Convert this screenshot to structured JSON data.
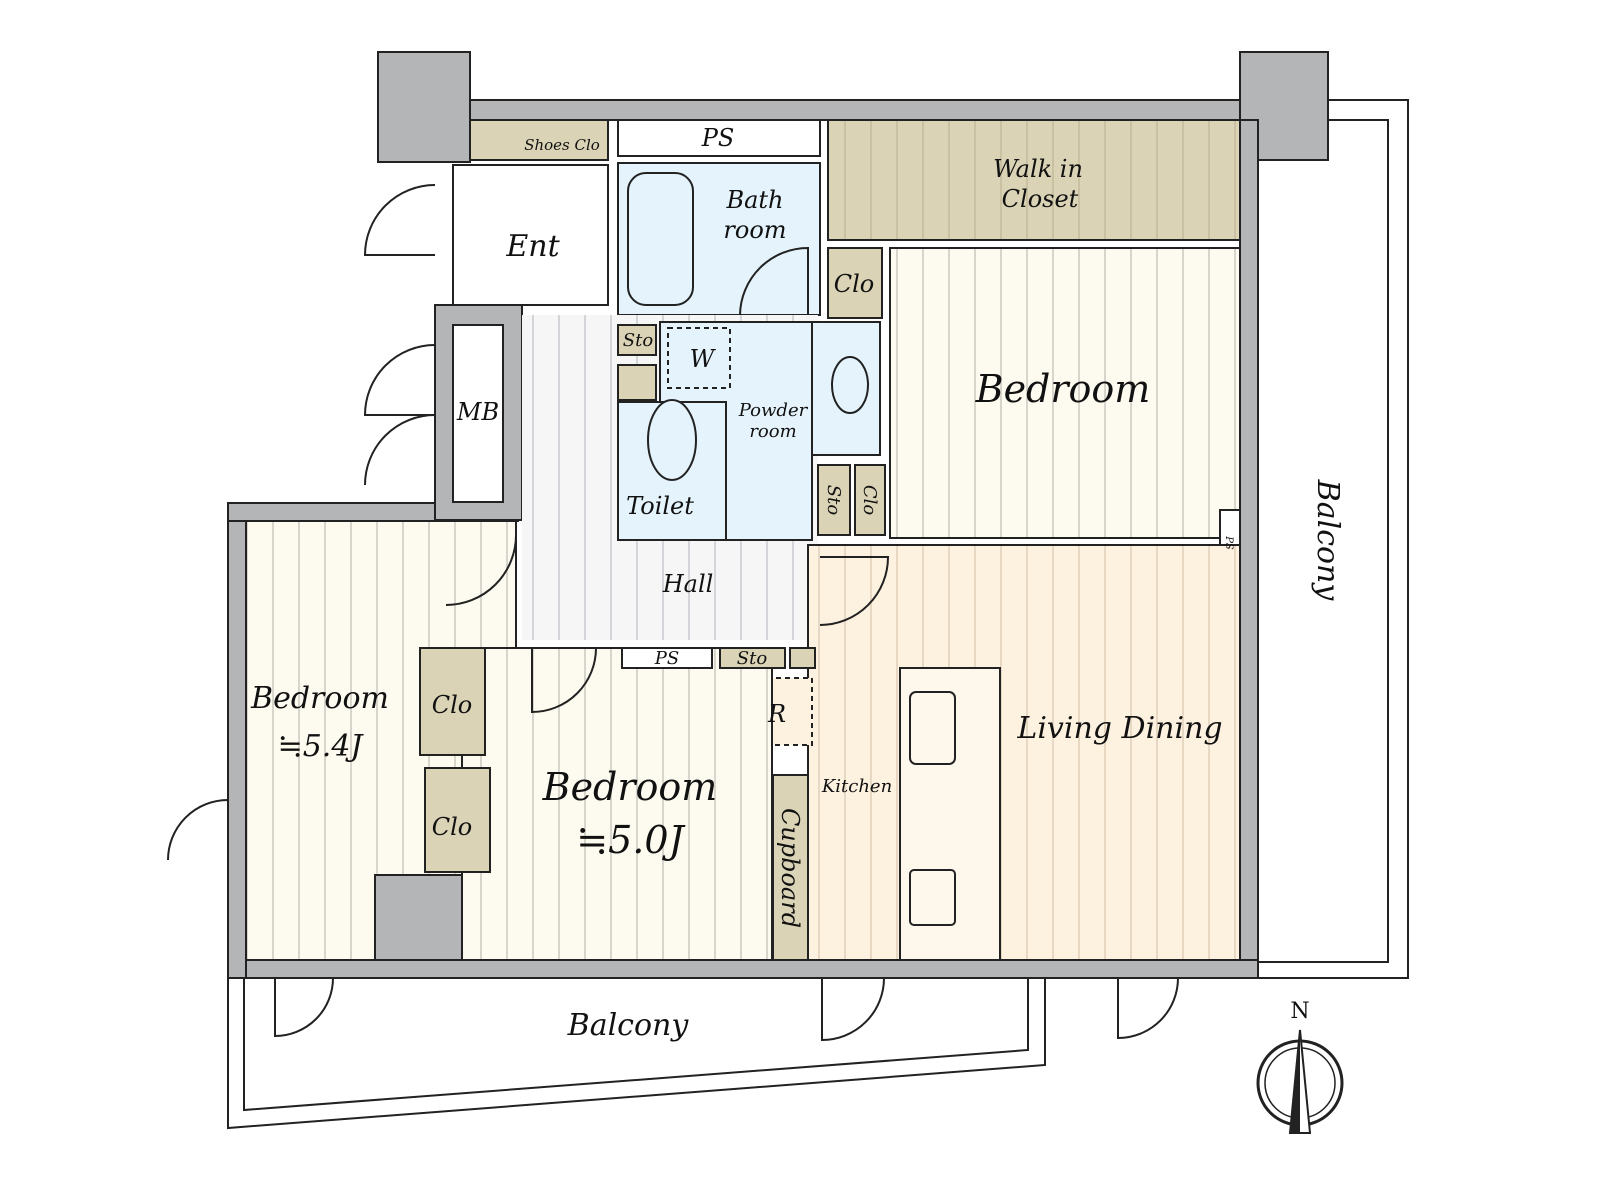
{
  "plan": {
    "rooms": {
      "shoes_clo": "Shoes Clo",
      "ps_top": "PS",
      "bath_1": "Bath",
      "bath_2": "room",
      "walk_in_1": "Walk in",
      "walk_in_2": "Closet",
      "ent": "Ent",
      "clo_top": "Clo",
      "mb": "MB",
      "sto_upper": "Sto",
      "washer": "W",
      "powder_1": "Powder",
      "powder_2": "room",
      "bedroom_ne": "Bedroom",
      "toilet": "Toilet",
      "sto_vertical": "Sto",
      "clo_vertical": "Clo",
      "ps_small": "PS",
      "hall": "Hall",
      "bedroom_w": "Bedroom",
      "bedroom_w_size": "≒5.4J",
      "clo_w1": "Clo",
      "clo_w2": "Clo",
      "ps_hall": "PS",
      "sto_hall": "Sto",
      "refrigerator": "R",
      "bedroom_s": "Bedroom",
      "bedroom_s_size": "≒5.0J",
      "kitchen": "Kitchen",
      "cupboard": "Cupboard",
      "living_dining": "Living Dining",
      "balcony_east": "Balcony",
      "balcony_south": "Balcony"
    },
    "compass": "N",
    "colors": {
      "wall": "#b4b5b7",
      "closet": "#dad3b6",
      "bedroom": "#fdfbef",
      "wet": "#e5f3fc",
      "living": "#fdf1e0",
      "hall": "#f3f4f5"
    }
  }
}
